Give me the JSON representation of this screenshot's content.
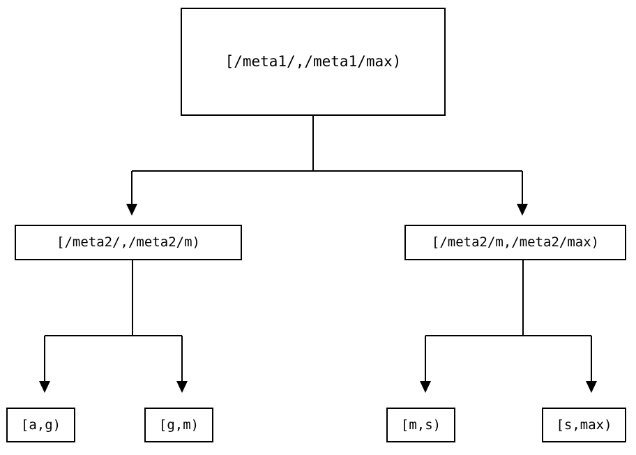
{
  "diagram": {
    "type": "tree",
    "title": "",
    "background_color": "#ffffff",
    "line_color": "#000000",
    "text_color": "#000000",
    "nodes": {
      "root": {
        "label": "[/meta1/,/meta1/max)"
      },
      "meta2_low": {
        "label": "[/meta2/,/meta2/m)"
      },
      "meta2_high": {
        "label": "[/meta2/m,/meta2/max)"
      },
      "leaf_a_g": {
        "label": "[a,g)"
      },
      "leaf_g_m": {
        "label": "[g,m)"
      },
      "leaf_m_s": {
        "label": "[m,s)"
      },
      "leaf_s_max": {
        "label": "[s,max)"
      }
    },
    "edges": [
      {
        "from": "root",
        "to": "meta2_low",
        "arrow": "down"
      },
      {
        "from": "root",
        "to": "meta2_high",
        "arrow": "down"
      },
      {
        "from": "meta2_low",
        "to": "leaf_a_g",
        "arrow": "down"
      },
      {
        "from": "meta2_low",
        "to": "leaf_g_m",
        "arrow": "down"
      },
      {
        "from": "meta2_high",
        "to": "leaf_m_s",
        "arrow": "down"
      },
      {
        "from": "meta2_high",
        "to": "leaf_s_max",
        "arrow": "down"
      }
    ]
  }
}
